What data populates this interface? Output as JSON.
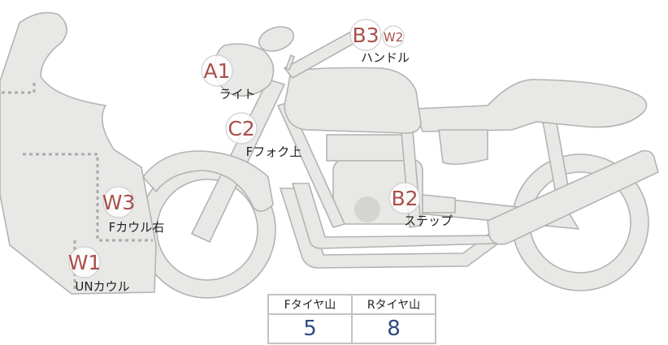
{
  "diagram": {
    "markers": [
      {
        "code": "A1",
        "label": "ライト"
      },
      {
        "code": "B3",
        "code2": "W2",
        "label": "ハンドル"
      },
      {
        "code": "C2",
        "label": "Fフォク上"
      },
      {
        "code": "W3",
        "label": "Fカウル右"
      },
      {
        "code": "B2",
        "label": "ステップ"
      },
      {
        "code": "W1",
        "label": "UNカウル"
      }
    ]
  },
  "tread_table": {
    "headers": [
      "Fタイヤ山",
      "Rタイヤ山"
    ],
    "values": [
      "5",
      "8"
    ]
  },
  "colors": {
    "marker_code": "#a9504b",
    "table_value": "#2f4a82",
    "bike_fill": "#e8e8e6",
    "bike_outline": "#b3b3b1"
  }
}
